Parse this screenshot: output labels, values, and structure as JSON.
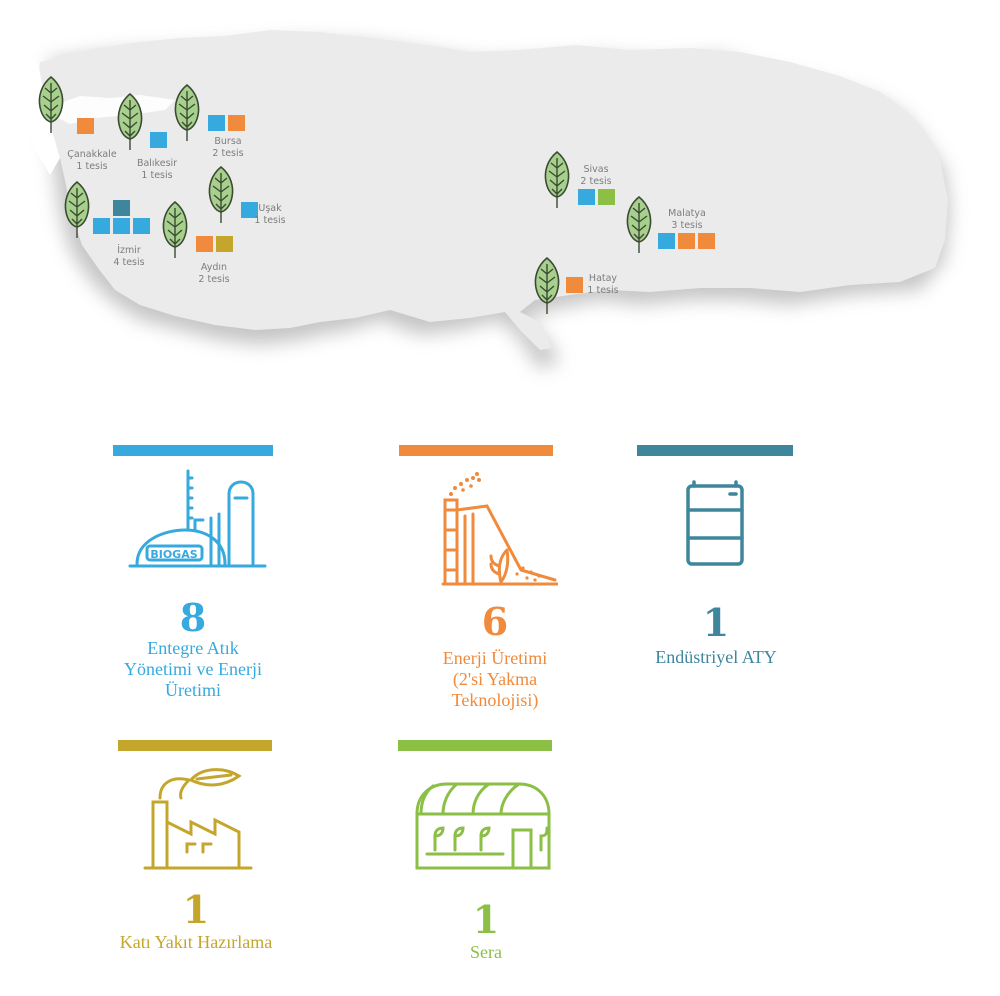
{
  "colors": {
    "blue": "#36a9de",
    "orange": "#f08a3c",
    "teal": "#3e869c",
    "olive": "#c5a62c",
    "green": "#8bbf45",
    "map_fill": "#eeeeee",
    "map_shadow": "#bdbdbd",
    "tree_fill": "#a8d08d",
    "tree_stroke": "#3b4a34"
  },
  "cities": [
    {
      "name": "Çanakkale",
      "count": "1 tesis",
      "squares": [
        "orange"
      ]
    },
    {
      "name": "Balıkesir",
      "count": "1 tesis",
      "squares": [
        "blue"
      ]
    },
    {
      "name": "Bursa",
      "count": "2 tesis",
      "squares": [
        "blue",
        "orange"
      ]
    },
    {
      "name": "Uşak",
      "count": "1 tesis",
      "squares": [
        "blue"
      ]
    },
    {
      "name": "İzmir",
      "count": "4 tesis",
      "squares": [
        "teal",
        "blue",
        "blue",
        "blue"
      ]
    },
    {
      "name": "Aydın",
      "count": "2 tesis",
      "squares": [
        "orange",
        "olive"
      ]
    },
    {
      "name": "Sivas",
      "count": "2 tesis",
      "squares": [
        "blue",
        "green"
      ]
    },
    {
      "name": "Malatya",
      "count": "3 tesis",
      "squares": [
        "blue",
        "orange",
        "orange"
      ]
    },
    {
      "name": "Hatay",
      "count": "1 tesis",
      "squares": [
        "orange"
      ]
    }
  ],
  "categories": [
    {
      "count": "8",
      "label_lines": [
        "Entegre Atık",
        "Yönetimi ve Enerji",
        "Üretimi"
      ],
      "color": "blue",
      "icon": "biogas-plant-icon"
    },
    {
      "count": "6",
      "label_lines": [
        "Enerji Üretimi",
        "(2'si Yakma",
        "Teknolojisi)"
      ],
      "color": "orange",
      "icon": "biomass-energy-icon"
    },
    {
      "count": "1",
      "label_lines": [
        "Endüstriyel ATY"
      ],
      "color": "teal",
      "icon": "barrel-icon"
    },
    {
      "count": "1",
      "label_lines": [
        "Katı Yakıt Hazırlama"
      ],
      "color": "olive",
      "icon": "factory-leaf-icon"
    },
    {
      "count": "1",
      "label_lines": [
        "Sera"
      ],
      "color": "green",
      "icon": "greenhouse-icon"
    }
  ],
  "icon_labels": {
    "biogas_text": "BIOGAS"
  }
}
